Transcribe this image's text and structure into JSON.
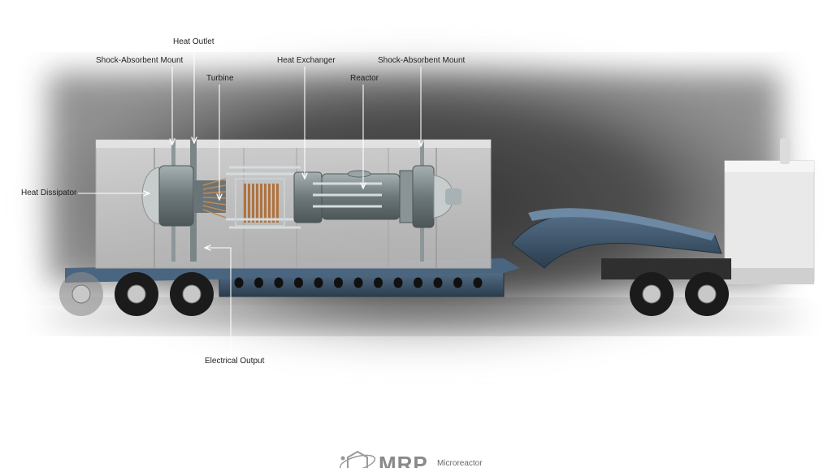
{
  "labels": {
    "heat_outlet": "Heat Outlet",
    "shock_mount_left": "Shock-Absorbent Mount",
    "turbine": "Turbine",
    "heat_exchanger": "Heat Exchanger",
    "reactor": "Reactor",
    "shock_mount_right": "Shock-Absorbent Mount",
    "heat_dissipator": "Heat Dissipator",
    "electrical_output": "Electrical Output"
  },
  "logo": {
    "mark": "MRP",
    "subtitle": "Microreactor"
  },
  "colors": {
    "trailer_frame": "#3e556b",
    "container": "#c9c9c9",
    "reactor_body": "#7f8a8c",
    "turbine_copper": "#b0733e",
    "backdrop_dark": "#2f2f2f"
  }
}
